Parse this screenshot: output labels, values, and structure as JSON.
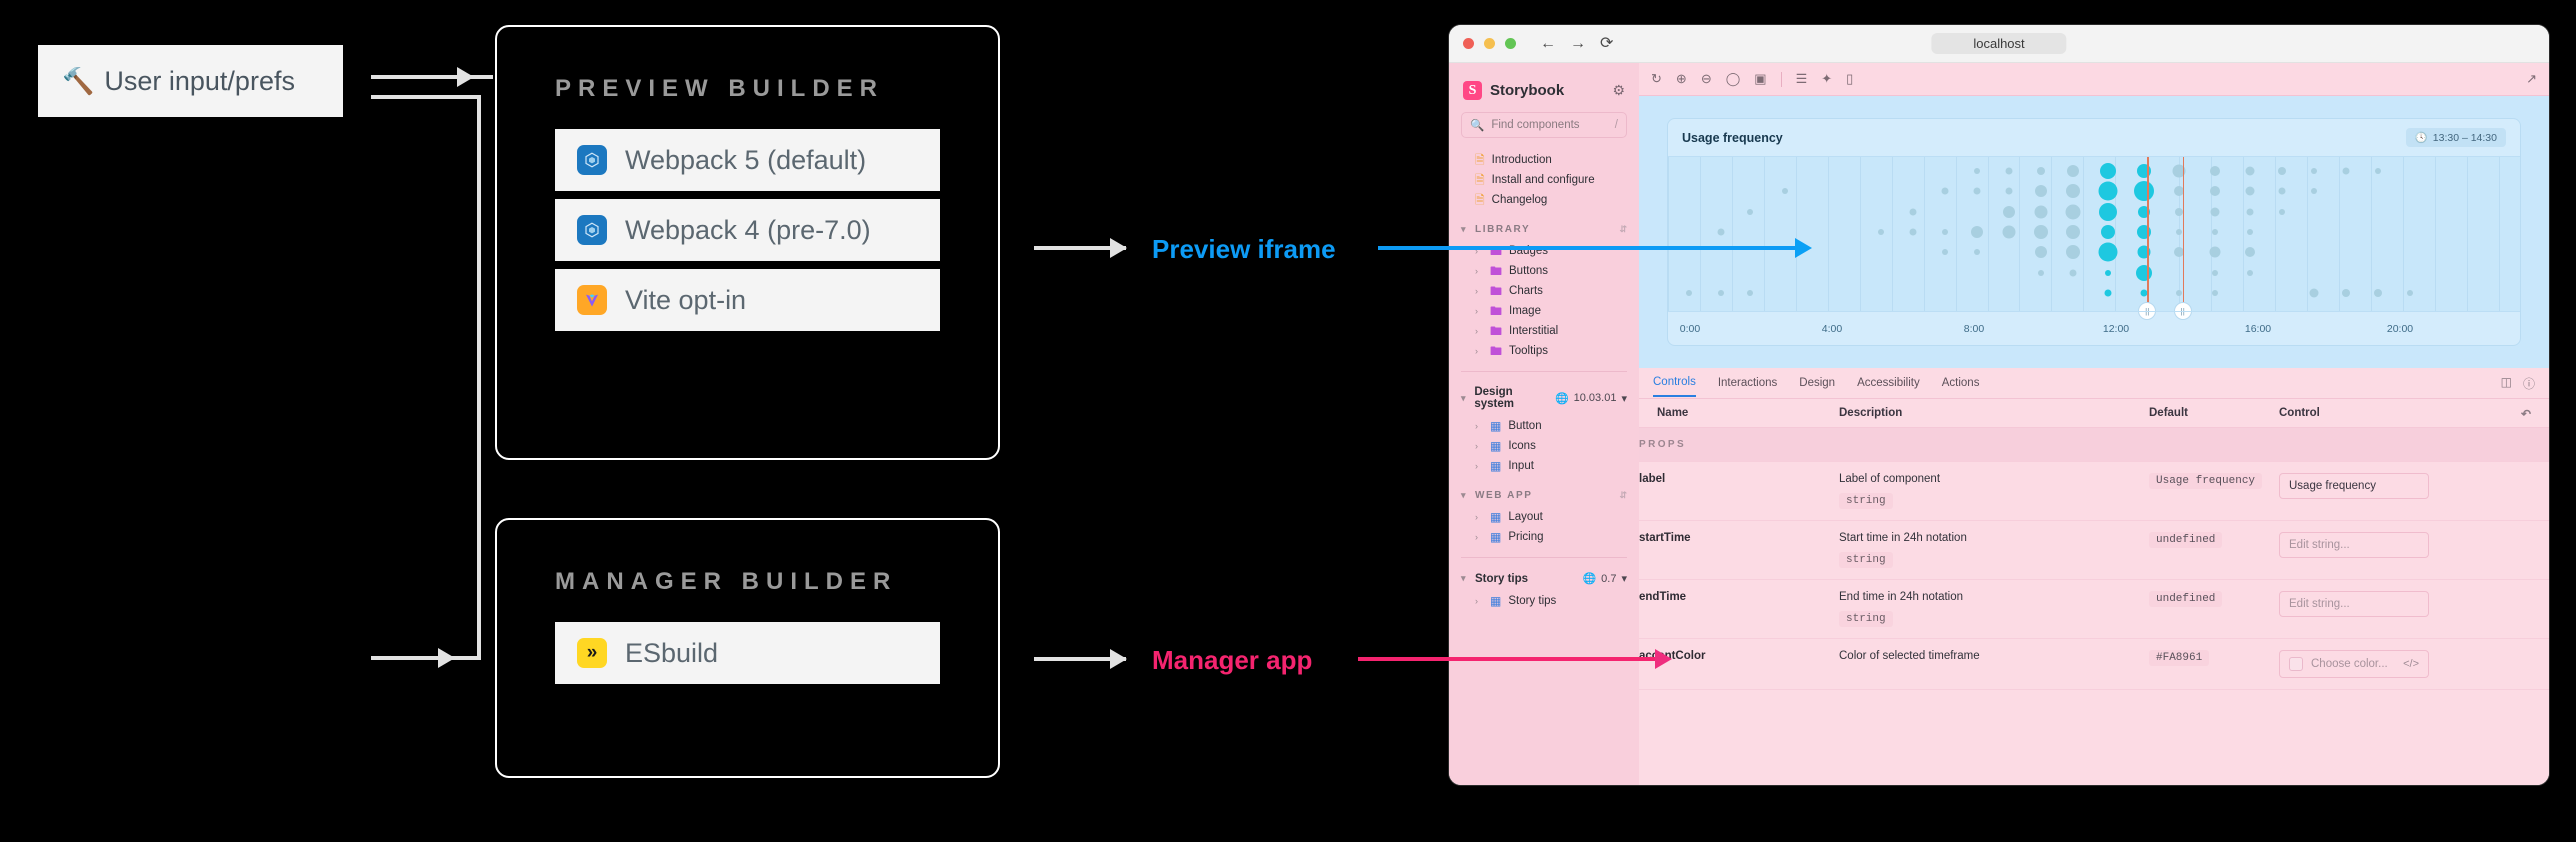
{
  "diagram": {
    "user_input": {
      "label": "User input/prefs",
      "icon": "tools-icon"
    },
    "preview_builder": {
      "title": "PREVIEW BUILDER",
      "options": [
        {
          "label": "Webpack 5 (default)",
          "icon": "webpack-icon"
        },
        {
          "label": "Webpack 4 (pre-7.0)",
          "icon": "webpack-icon"
        },
        {
          "label": "Vite opt-in",
          "icon": "vite-icon"
        }
      ]
    },
    "manager_builder": {
      "title": "MANAGER BUILDER",
      "options": [
        {
          "label": "ESbuild",
          "icon": "esbuild-icon"
        }
      ]
    },
    "callouts": [
      {
        "label": "Preview iframe",
        "color": "#0d9bf5"
      },
      {
        "label": "Manager app",
        "color": "#f5246f"
      }
    ]
  },
  "browser": {
    "url": "localhost",
    "nav": {
      "back": "←",
      "forward": "→",
      "reload": "⟳"
    }
  },
  "storybook": {
    "brand": "Storybook",
    "search": {
      "placeholder": "Find components",
      "shortcut": "/"
    },
    "docs": [
      {
        "label": "Introduction",
        "icon": "doc-icon"
      },
      {
        "label": "Install and configure",
        "icon": "doc-icon"
      },
      {
        "label": "Changelog",
        "icon": "doc-icon"
      }
    ],
    "sections": [
      {
        "title": "LIBRARY",
        "kind": "caps",
        "version": null,
        "items": [
          {
            "label": "Badges",
            "icon": "folder-icon"
          },
          {
            "label": "Buttons",
            "icon": "folder-icon"
          },
          {
            "label": "Charts",
            "icon": "folder-icon"
          },
          {
            "label": "Image",
            "icon": "folder-icon"
          },
          {
            "label": "Interstitial",
            "icon": "folder-icon"
          },
          {
            "label": "Tooltips",
            "icon": "folder-icon"
          }
        ]
      },
      {
        "title": "Design system",
        "kind": "bold",
        "version": "10.03.01",
        "items": [
          {
            "label": "Button",
            "icon": "grid-icon"
          },
          {
            "label": "Icons",
            "icon": "grid-icon"
          },
          {
            "label": "Input",
            "icon": "grid-icon"
          }
        ]
      },
      {
        "title": "WEB APP",
        "kind": "caps",
        "version": null,
        "items": [
          {
            "label": "Layout",
            "icon": "grid-icon"
          },
          {
            "label": "Pricing",
            "icon": "grid-icon"
          }
        ]
      },
      {
        "title": "Story tips",
        "kind": "bold",
        "version": "0.7",
        "items": [
          {
            "label": "Story tips",
            "icon": "grid-icon"
          }
        ]
      }
    ],
    "toolbar": {
      "left": [
        "reload-icon",
        "zoom-in-icon",
        "zoom-out-icon",
        "zoom-reset-icon",
        "background-icon"
      ],
      "right_group": [
        "measure-icon",
        "grid-icon",
        "outline-icon"
      ],
      "open_new_tab": "open-in-new-icon"
    },
    "panel": {
      "tabs": [
        {
          "label": "Controls",
          "active": true
        },
        {
          "label": "Interactions",
          "active": false
        },
        {
          "label": "Design",
          "active": false
        },
        {
          "label": "Accessibility",
          "active": false
        },
        {
          "label": "Actions",
          "active": false
        }
      ],
      "icons": [
        "dock-icon",
        "close-icon"
      ],
      "columns": [
        "Name",
        "Description",
        "Default",
        "Control"
      ],
      "reset_icon": "undo-icon",
      "group_label": "PROPS",
      "rows": [
        {
          "name": "label",
          "description": "Label of component",
          "type": "string",
          "default": "Usage frequency",
          "control_value": "Usage frequency",
          "control_kind": "text"
        },
        {
          "name": "startTime",
          "description": "Start time in 24h notation",
          "type": "string",
          "default": "undefined",
          "control_value": "Edit string...",
          "control_kind": "placeholder"
        },
        {
          "name": "endTime",
          "description": "End time in 24h notation",
          "type": "string",
          "default": "undefined",
          "control_value": "Edit string...",
          "control_kind": "placeholder"
        },
        {
          "name": "accentColor",
          "description": "Color of selected timeframe",
          "type": null,
          "default": "#FA8961",
          "control_value": "Choose color...",
          "control_kind": "color"
        }
      ]
    }
  },
  "chart_data": {
    "type": "scatter",
    "title": "Usage frequency",
    "time_badge": "13:30 – 14:30",
    "xlabel": "",
    "ylabel": "",
    "xlim": [
      0,
      24
    ],
    "tick_labels": [
      "0:00",
      "4:00",
      "8:00",
      "12:00",
      "16:00",
      "20:00"
    ],
    "tick_values": [
      0,
      4,
      8,
      12,
      16,
      20
    ],
    "grid": true,
    "selection": {
      "start": 13.5,
      "end": 14.5,
      "color": "#e2795a"
    },
    "colors": {
      "inactive": "#a8cfe0",
      "active": "#1ec8e0",
      "background": "#c8e7fa"
    },
    "rows": 7,
    "points": [
      {
        "x": 0.6,
        "row": 6,
        "r": 3
      },
      {
        "x": 1.5,
        "row": 3,
        "r": 3.5
      },
      {
        "x": 1.5,
        "row": 6,
        "r": 3
      },
      {
        "x": 2.3,
        "row": 2,
        "r": 3
      },
      {
        "x": 2.3,
        "row": 6,
        "r": 3
      },
      {
        "x": 3.3,
        "row": 1,
        "r": 3
      },
      {
        "x": 6.0,
        "row": 3,
        "r": 3
      },
      {
        "x": 6.9,
        "row": 2,
        "r": 3.5
      },
      {
        "x": 6.9,
        "row": 3,
        "r": 3.5
      },
      {
        "x": 7.8,
        "row": 3,
        "r": 3
      },
      {
        "x": 7.8,
        "row": 1,
        "r": 3.5
      },
      {
        "x": 7.8,
        "row": 4,
        "r": 3
      },
      {
        "x": 8.7,
        "row": 0,
        "r": 3
      },
      {
        "x": 8.7,
        "row": 1,
        "r": 3.5
      },
      {
        "x": 8.7,
        "row": 3,
        "r": 6
      },
      {
        "x": 8.7,
        "row": 4,
        "r": 3
      },
      {
        "x": 9.6,
        "row": 0,
        "r": 3.5
      },
      {
        "x": 9.6,
        "row": 1,
        "r": 3.5
      },
      {
        "x": 9.6,
        "row": 2,
        "r": 6
      },
      {
        "x": 9.6,
        "row": 3,
        "r": 6.5
      },
      {
        "x": 10.5,
        "row": 0,
        "r": 4
      },
      {
        "x": 10.5,
        "row": 1,
        "r": 6
      },
      {
        "x": 10.5,
        "row": 2,
        "r": 6.5
      },
      {
        "x": 10.5,
        "row": 3,
        "r": 7
      },
      {
        "x": 10.5,
        "row": 4,
        "r": 6
      },
      {
        "x": 10.5,
        "row": 5,
        "r": 3
      },
      {
        "x": 11.4,
        "row": 0,
        "r": 6
      },
      {
        "x": 11.4,
        "row": 1,
        "r": 7
      },
      {
        "x": 11.4,
        "row": 2,
        "r": 7.5
      },
      {
        "x": 11.4,
        "row": 3,
        "r": 7
      },
      {
        "x": 11.4,
        "row": 4,
        "r": 7
      },
      {
        "x": 11.4,
        "row": 5,
        "r": 3.5
      },
      {
        "x": 12.4,
        "row": 0,
        "r": 8,
        "active": true
      },
      {
        "x": 12.4,
        "row": 1,
        "r": 9.5,
        "active": true
      },
      {
        "x": 12.4,
        "row": 2,
        "r": 9,
        "active": true
      },
      {
        "x": 12.4,
        "row": 3,
        "r": 7,
        "active": true
      },
      {
        "x": 12.4,
        "row": 4,
        "r": 9.5,
        "active": true
      },
      {
        "x": 12.4,
        "row": 5,
        "r": 3,
        "active": true
      },
      {
        "x": 12.4,
        "row": 6,
        "r": 3.5,
        "active": true
      },
      {
        "x": 13.4,
        "row": 0,
        "r": 7,
        "active": true
      },
      {
        "x": 13.4,
        "row": 1,
        "r": 10,
        "active": true
      },
      {
        "x": 13.4,
        "row": 2,
        "r": 6,
        "active": true
      },
      {
        "x": 13.4,
        "row": 3,
        "r": 7,
        "active": true
      },
      {
        "x": 13.4,
        "row": 4,
        "r": 6.5,
        "active": true
      },
      {
        "x": 13.4,
        "row": 5,
        "r": 8,
        "active": true
      },
      {
        "x": 13.4,
        "row": 6,
        "r": 3.5,
        "active": true
      },
      {
        "x": 14.4,
        "row": 0,
        "r": 6.5
      },
      {
        "x": 14.4,
        "row": 1,
        "r": 5
      },
      {
        "x": 14.4,
        "row": 2,
        "r": 4
      },
      {
        "x": 14.4,
        "row": 3,
        "r": 3
      },
      {
        "x": 14.4,
        "row": 4,
        "r": 5
      },
      {
        "x": 14.4,
        "row": 6,
        "r": 3
      },
      {
        "x": 15.4,
        "row": 0,
        "r": 5
      },
      {
        "x": 15.4,
        "row": 1,
        "r": 5
      },
      {
        "x": 15.4,
        "row": 2,
        "r": 4.5
      },
      {
        "x": 15.4,
        "row": 3,
        "r": 3
      },
      {
        "x": 15.4,
        "row": 4,
        "r": 5.5
      },
      {
        "x": 15.4,
        "row": 5,
        "r": 3
      },
      {
        "x": 15.4,
        "row": 6,
        "r": 3
      },
      {
        "x": 16.4,
        "row": 0,
        "r": 4.5
      },
      {
        "x": 16.4,
        "row": 1,
        "r": 4.5
      },
      {
        "x": 16.4,
        "row": 2,
        "r": 3.5
      },
      {
        "x": 16.4,
        "row": 3,
        "r": 3
      },
      {
        "x": 16.4,
        "row": 4,
        "r": 5
      },
      {
        "x": 16.4,
        "row": 5,
        "r": 3
      },
      {
        "x": 17.3,
        "row": 0,
        "r": 4
      },
      {
        "x": 17.3,
        "row": 1,
        "r": 3.5
      },
      {
        "x": 17.3,
        "row": 2,
        "r": 3
      },
      {
        "x": 18.2,
        "row": 0,
        "r": 3
      },
      {
        "x": 18.2,
        "row": 1,
        "r": 3
      },
      {
        "x": 18.2,
        "row": 6,
        "r": 4.5
      },
      {
        "x": 19.1,
        "row": 0,
        "r": 3.5
      },
      {
        "x": 19.1,
        "row": 6,
        "r": 4
      },
      {
        "x": 20.0,
        "row": 0,
        "r": 3
      },
      {
        "x": 20.0,
        "row": 6,
        "r": 4
      },
      {
        "x": 20.9,
        "row": 6,
        "r": 3
      }
    ]
  }
}
